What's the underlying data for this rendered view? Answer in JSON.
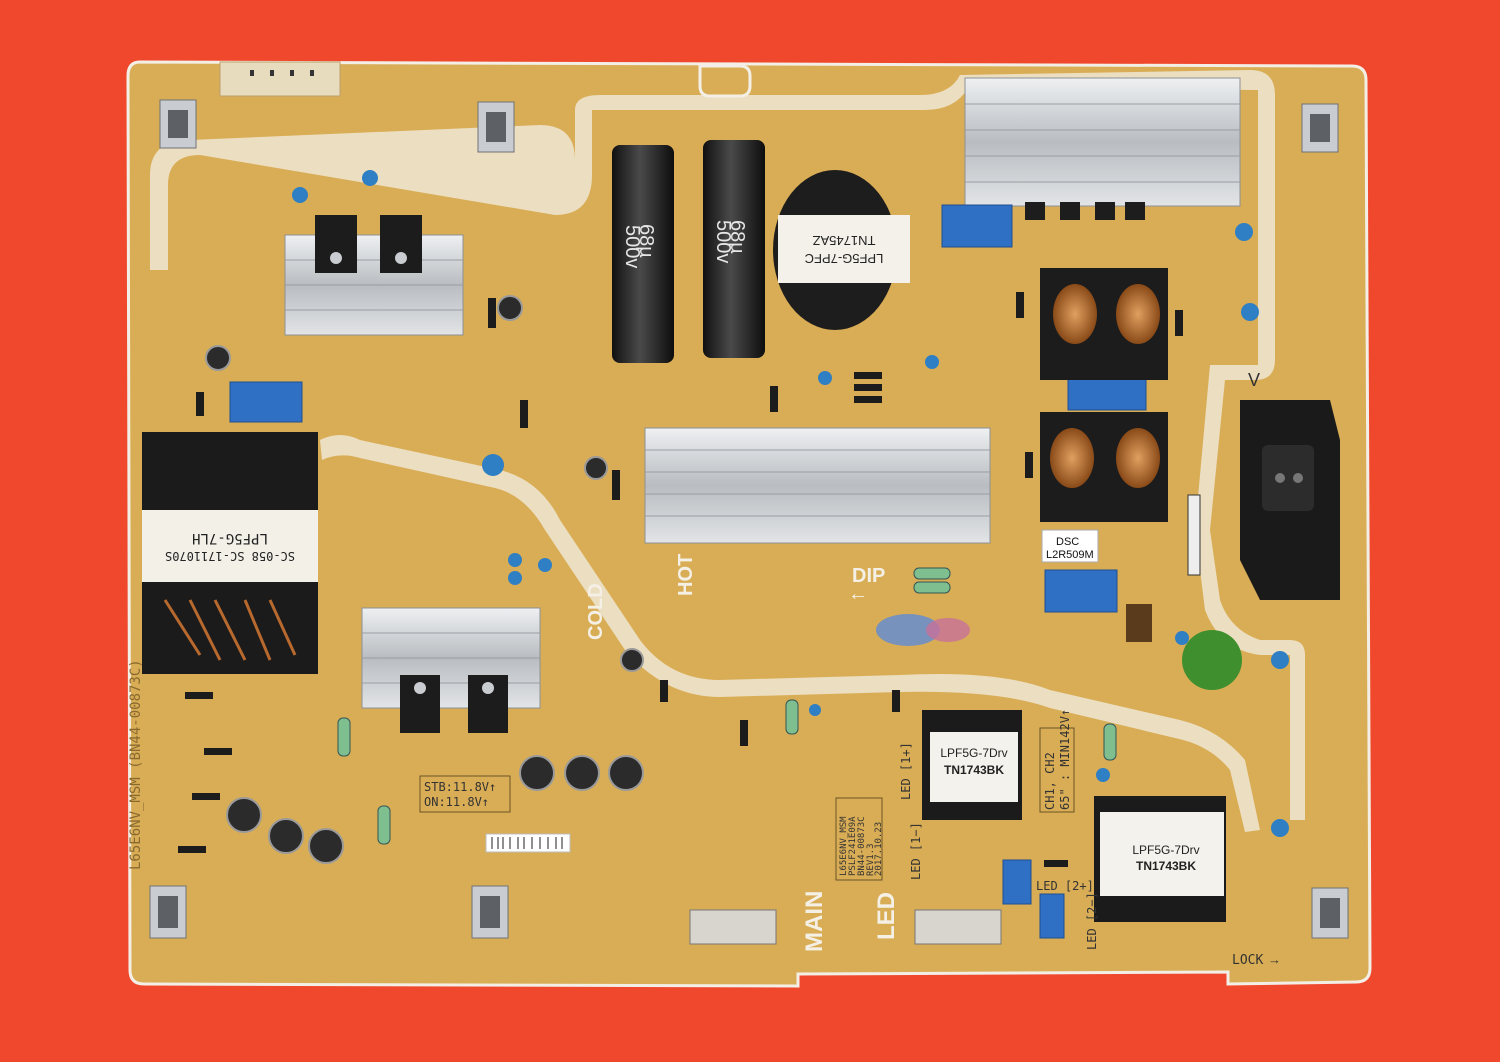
{
  "colors": {
    "background": "#f0482c",
    "board": "#d9ad55",
    "board_edge": "#f1ece4",
    "silk": "#f4f0e6",
    "heatsink": "#c9cccf",
    "capacitor": "#1b1b1b",
    "ceramic_cap": "#2f7fc4",
    "film_cap": "#2f6fc4",
    "varistor": "#3f8f2e",
    "copper": "#b8692e"
  },
  "board": {
    "model_edge": "L65E6NV_MSM (BN44-00873C)",
    "hot_label": "HOT",
    "cold_label": "COLD",
    "dip_label": "DIP",
    "main_label": "MAIN",
    "led_label": "LED",
    "lock_label": "LOCK",
    "lot_label": "L2R509M",
    "stb_label": "STB:11.8V↑",
    "on_label": "ON:11.8V↑",
    "board_info": [
      "L65E6NV_MSM",
      "PSLF241E09A",
      "BN44-00873C",
      "REV1.3",
      "2017.10.23"
    ],
    "ch_label": "CH1, CH2",
    "ch_spec": "65\" : MIN142V↑",
    "led_terminals": [
      "LED [1+]",
      "LED [1−]",
      "LED [2+]",
      "LED [2−]"
    ],
    "transformers": {
      "main": [
        "LPF5G-7LH",
        "SC-058 SC-1711070S"
      ],
      "pfc": [
        "LPF5G-7PFC",
        "TN1745AZ"
      ],
      "led1": [
        "LPF5G-7Drv",
        "TN1743BK"
      ],
      "led2": [
        "LPF5G-7Drv",
        "TN1743BK"
      ]
    },
    "capacitors": {
      "bulk1": [
        "500v",
        "68µ"
      ],
      "bulk2": [
        "500v",
        "68µ"
      ]
    },
    "dsc_label": "DSC",
    "inlet_mark": "V"
  }
}
